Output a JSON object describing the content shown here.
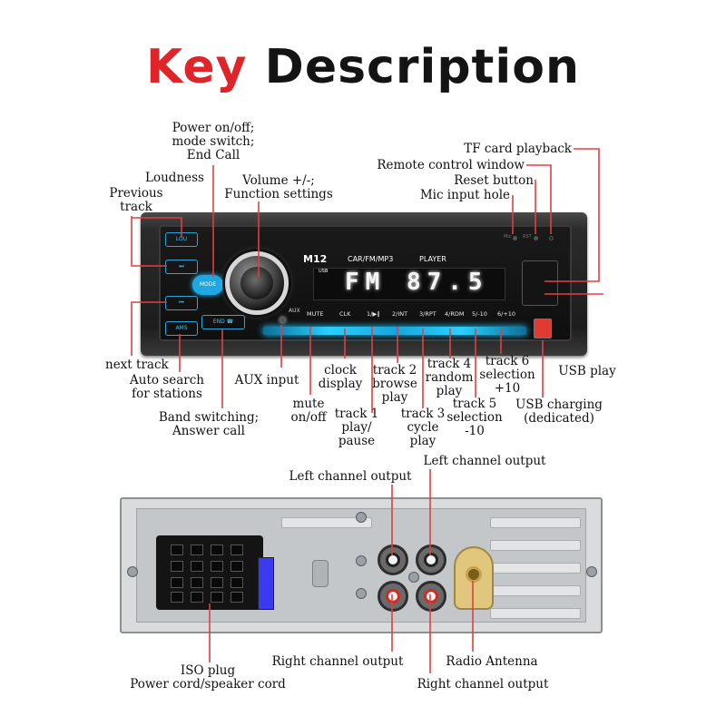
{
  "title": {
    "part1": "Key",
    "part2": "Description"
  },
  "front_labels": {
    "power": "Power on/off;\nmode switch;\nEnd Call",
    "loudness": "Loudness",
    "previous": "Previous\ntrack",
    "volume": "Volume +/-;\nFunction settings",
    "tf_card": "TF card playback",
    "remote": "Remote control window",
    "reset": "Reset button",
    "mic": "Mic input hole",
    "next_track": "next track",
    "auto_search": "Auto search\nfor stations",
    "band": "Band switching;\nAnswer call",
    "aux_input": "AUX input",
    "mute": "mute\non/off",
    "clock": "clock\ndisplay",
    "track1": "track 1\nplay/\npause",
    "track2": "track 2\nbrowse\nplay",
    "track3": "track 3\ncycle\nplay",
    "track4": "track 4\nrandom\nplay",
    "track5": "track 5\nselection\n-10",
    "track6": "track 6\nselection\n+10",
    "usb_play": "USB play",
    "usb_charging": "USB charging\n(dedicated)"
  },
  "rear_labels": {
    "left_out_1": "Left channel output",
    "left_out_2": "Left channel output",
    "right_out_1": "Right channel output",
    "right_out_2": "Right channel output",
    "antenna": "Radio Antenna",
    "iso": "ISO plug\nPower cord/speaker cord"
  },
  "device": {
    "model": "M12",
    "mode_text": "CAR/FM/MP3",
    "player_text": "PLAYER",
    "lcd_text": "FM 87.5",
    "usb_small": "USB",
    "lou_key": "LOU",
    "mode_key": "MODE",
    "end_key": "END",
    "ams_key": "AMS",
    "aux_text": "AUX",
    "keys": [
      "MUTE",
      "CLK",
      "1/▶‖",
      "2/INT",
      "3/RPT",
      "4/RDM",
      "5/-10",
      "6/+10"
    ],
    "mic_txt": "Mic",
    "rst_txt": "RST"
  },
  "colors": {
    "accent_red": "#e0252a",
    "glow_blue": "#2ad0ff",
    "leader_red": "#e04040"
  }
}
